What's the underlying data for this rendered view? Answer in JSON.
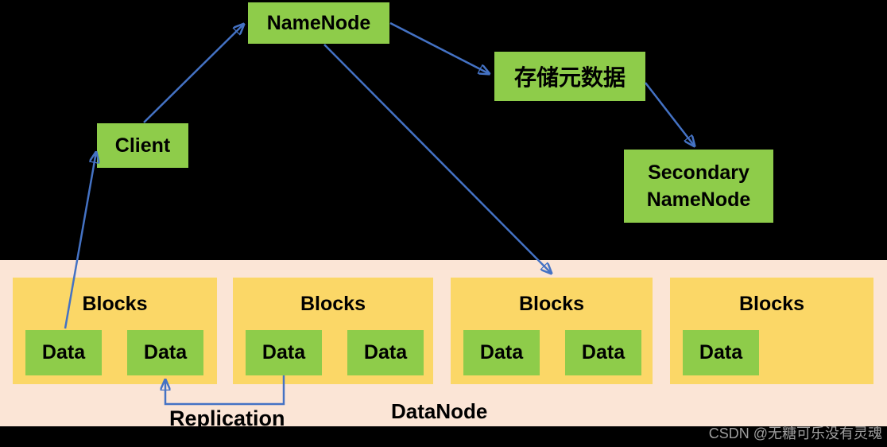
{
  "diagram": {
    "nodes": {
      "namenode": {
        "label": "NameNode"
      },
      "client": {
        "label": "Client"
      },
      "metadata": {
        "label": "存储元数据"
      },
      "secondary_namenode": {
        "label": "Secondary NameNode"
      }
    },
    "datanode": {
      "label": "DataNode",
      "replication_label": "Replication",
      "blocks": [
        {
          "label": "Blocks",
          "data_items": [
            "Data",
            "Data"
          ]
        },
        {
          "label": "Blocks",
          "data_items": [
            "Data",
            "Data"
          ]
        },
        {
          "label": "Blocks",
          "data_items": [
            "Data",
            "Data"
          ]
        },
        {
          "label": "Blocks",
          "data_items": [
            "Data"
          ]
        }
      ]
    },
    "arrows": [
      {
        "from": "client",
        "to": "namenode"
      },
      {
        "from": "namenode",
        "to": "metadata"
      },
      {
        "from": "metadata",
        "to": "secondary-namenode"
      },
      {
        "from": "namenode",
        "to": "blocks-3"
      },
      {
        "from": "block-1-data-1",
        "to": "client"
      },
      {
        "from": "block-2-data-1",
        "to": "block-1-data-2",
        "meaning": "replication"
      }
    ]
  },
  "watermark": "CSDN @无糖可乐没有灵魂",
  "colors": {
    "background": "#000000",
    "node_green": "#8ECC4A",
    "block_yellow": "#FBD767",
    "datanode_band": "#FBE5D6",
    "arrow_blue": "#4472C4",
    "label_text": "#000000",
    "watermark_gray": "#9E9E9E"
  }
}
